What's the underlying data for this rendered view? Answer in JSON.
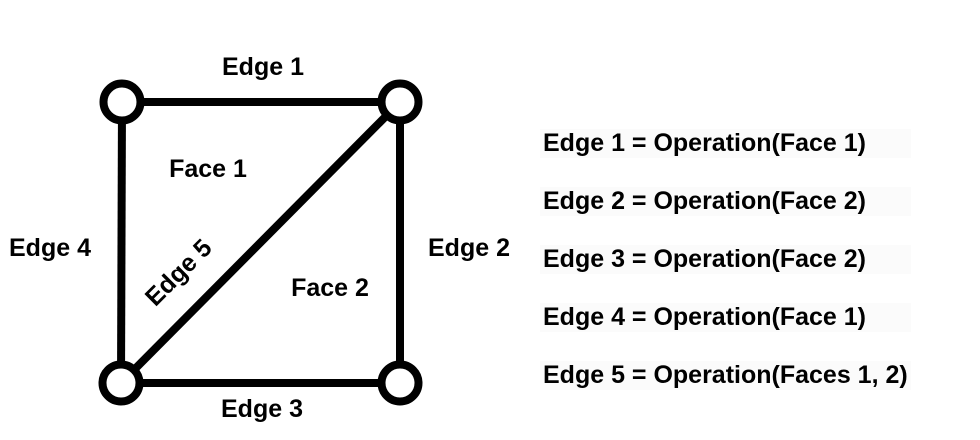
{
  "diagram": {
    "edge_labels": {
      "edge1": "Edge 1",
      "edge2": "Edge 2",
      "edge3": "Edge 3",
      "edge4": "Edge 4",
      "edge5": "Edge 5"
    },
    "face_labels": {
      "face1": "Face 1",
      "face2": "Face 2"
    },
    "vertex_count": 4,
    "edge_count": 5,
    "face_count": 2
  },
  "equations": [
    "Edge 1 = Operation(Face 1)",
    "Edge 2 = Operation(Face 2)",
    "Edge 3 = Operation(Face 2)",
    "Edge 4 = Operation(Face 1)",
    "Edge 5 = Operation(Faces 1, 2)"
  ],
  "colors": {
    "stroke": "#000000",
    "text": "#000000",
    "background": "#ffffff",
    "vertex_fill": "#ffffff"
  }
}
